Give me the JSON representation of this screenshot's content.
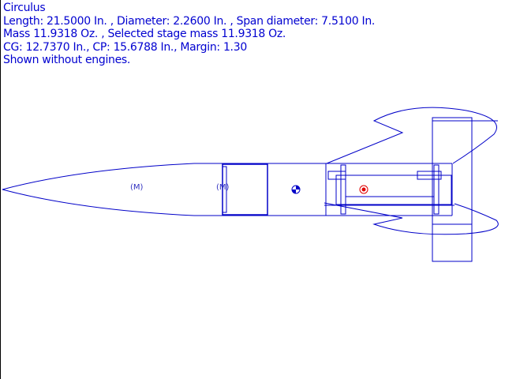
{
  "info": {
    "name": "Circulus",
    "dimensions": "Length: 21.5000 In. , Diameter: 2.2600 In. , Span diameter: 7.5100 In.",
    "mass": "Mass 11.9318 Oz. , Selected stage mass 11.9318 Oz.",
    "stability": "CG: 12.7370 In., CP: 15.6788 In., Margin: 1.30",
    "note": "Shown without engines."
  },
  "drawing": {
    "mass_label_1": "(M)",
    "mass_label_2": "(M)",
    "line_color": "#0000c8",
    "cp_color": "#e00000"
  }
}
